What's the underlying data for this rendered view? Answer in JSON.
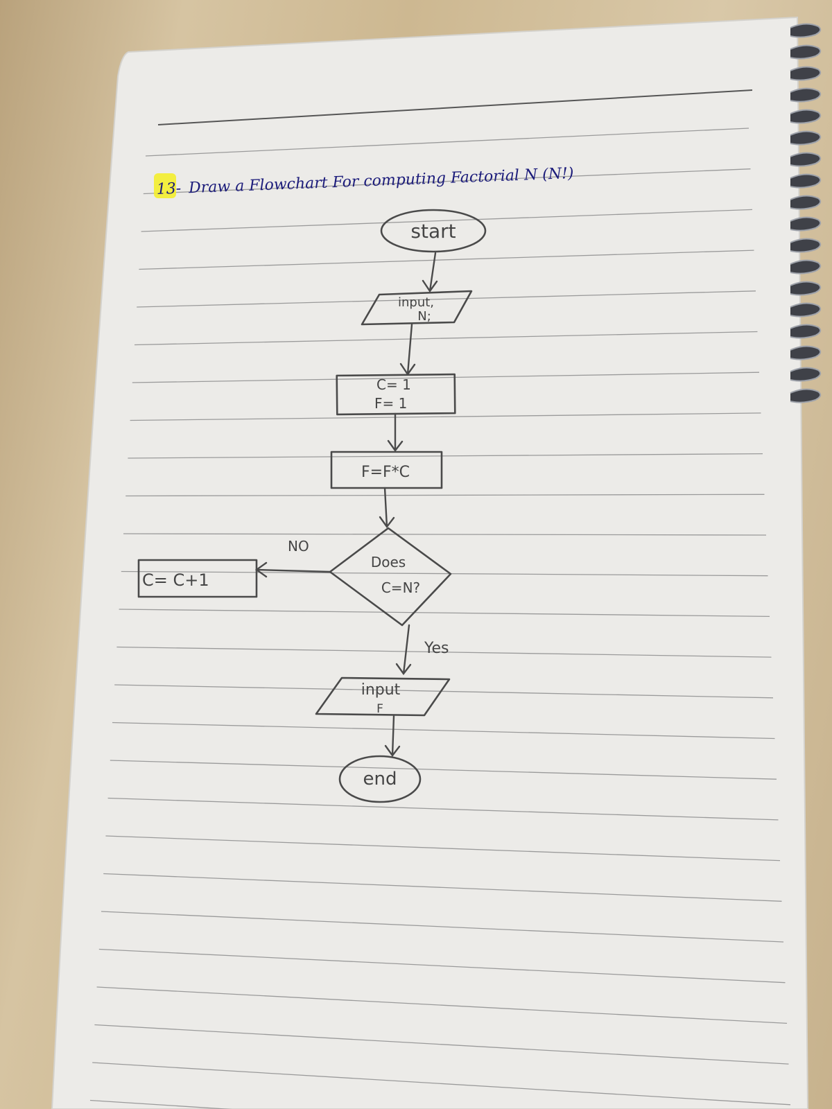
{
  "heading": {
    "number": "13-",
    "text": "Draw a Flowchart For computing Factorial N (N!)"
  },
  "flowchart": {
    "start": "start",
    "input_n_line1": "input,",
    "input_n_line2": "N;",
    "init_line1": "C= 1",
    "init_line2": "F= 1",
    "multiply": "F=F*C",
    "decision_line1": "Does",
    "decision_line2": "C=N?",
    "no_label": "NO",
    "increment": "C= C+1",
    "yes_label": "Yes",
    "output_line1": "input",
    "output_line2": "F",
    "end": "end"
  },
  "colors": {
    "ink_blue": "#1b1b7a",
    "pencil": "#4a4a4a",
    "highlight": "#f4ee2e"
  }
}
